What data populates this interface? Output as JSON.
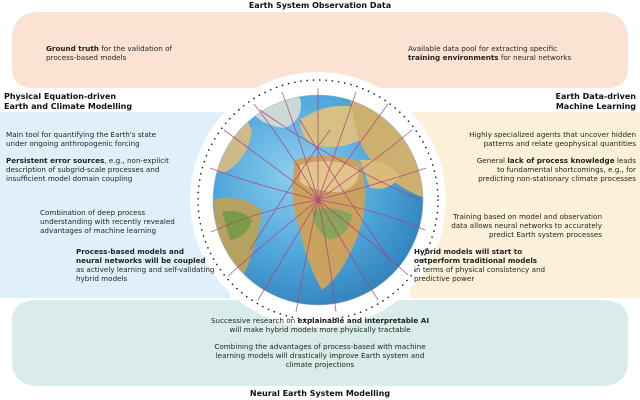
{
  "colors": {
    "top_band": "#fbe3d3",
    "left_band": "#e0f0fa",
    "right_band": "#fdf0d8",
    "bottom_band": "#d9ece9",
    "connection_lines": "#b03c78"
  },
  "headings": {
    "top": "Earth System Observation Data",
    "left_line1": "Physical Equation-driven",
    "left_line2": "Earth and Climate Modelling",
    "right_line1": "Earth Data-driven",
    "right_line2": "Machine Learning",
    "bottom": "Neural Earth System Modelling"
  },
  "top_band": {
    "left": {
      "bold": "Ground truth",
      "rest": " for the validation of",
      "line2": "process-based models"
    },
    "right": {
      "line1": "Available data pool for extracting specific",
      "bold": "training environments",
      "rest": " for neural networks"
    }
  },
  "left_panel": {
    "p1_line1": "Main tool for quantifying the Earth's state",
    "p1_line2": "under ongoing anthropogenic forcing",
    "p2_bold": "Persistent error sources",
    "p2_rest": ", e.g., non-explicit",
    "p2_line2": "description of subgrid-scale processes and",
    "p2_line3": "insufficient model domain coupling",
    "p3_line1": "Combination of deep process",
    "p3_line2": "understanding with recently revealed",
    "p3_line3": "advantages of machine learning",
    "p4_bold1": "Process-based models and",
    "p4_bold2": "neural networks will be coupled",
    "p4_line3": "as actively learning and self-validating",
    "p4_line4": "hybrid models"
  },
  "right_panel": {
    "p1_line1": "Highly specialized agents that uncover hidden",
    "p1_line2": "patterns and relate geophysical quantities",
    "p2_pre": "General ",
    "p2_bold": "lack of process knowledge",
    "p2_rest": " leads",
    "p2_line2": "to fundamental shortcomings, e.g., for",
    "p2_line3": "predicting non-stationary climate processes",
    "p3_line1": "Training based on model and observation",
    "p3_line2": "data allows neural networks to accurately",
    "p3_line3": "predict Earth system processes",
    "p4_bold1": "Hybrid models will start to",
    "p4_bold2": "outperform traditional models",
    "p4_line3": "in terms of physical consistency and",
    "p4_line4": "predictive power"
  },
  "bottom_band": {
    "p1_pre": "Successive research on ",
    "p1_bold": "explainable and interpretable AI",
    "p1_line2": "will make hybrid models more physically tractable",
    "p2_line1": "Combining the advantages of process-based with machine",
    "p2_line2": "learning models will drastically improve Earth system and",
    "p2_line3": "climate projections"
  }
}
